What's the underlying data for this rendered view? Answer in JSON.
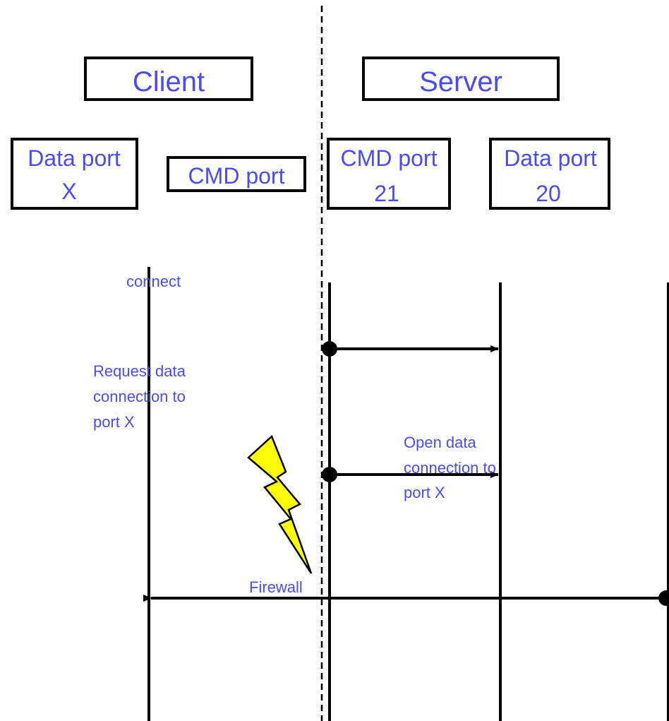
{
  "colors": {
    "text": "#4b4bf0",
    "line": "#000000",
    "bolt_fill": "#ffff00",
    "background": "#ffffff"
  },
  "headers": {
    "client": "Client",
    "server": "Server"
  },
  "ports": {
    "client_data": {
      "line1": "Data port",
      "line2": "X"
    },
    "client_cmd": {
      "line1": "CMD port"
    },
    "server_cmd": {
      "line1": "CMD port",
      "line2": "21"
    },
    "server_data": {
      "line1": "Data port",
      "line2": "20"
    }
  },
  "labels": {
    "connect": "connect",
    "request": [
      "Request data",
      "connection to",
      "port X"
    ],
    "open": [
      "Open data",
      "connection to",
      "port X"
    ],
    "firewall": "Firewall"
  },
  "icons": {
    "firewall": "lightning-bolt-icon"
  }
}
